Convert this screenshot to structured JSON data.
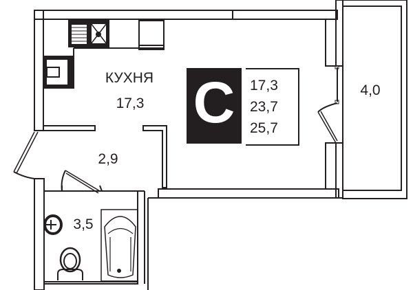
{
  "rooms": {
    "kitchen": {
      "name": "КУХНЯ",
      "area": "17,3"
    },
    "hall": {
      "area": "2,9"
    },
    "bathroom": {
      "area": "3,5"
    },
    "balcony": {
      "area": "4,0"
    }
  },
  "apartment": {
    "type_letter": "C",
    "areas": [
      "17,3",
      "23,7",
      "25,7"
    ]
  },
  "colors": {
    "ink": "#231f20",
    "background": "#ffffff"
  }
}
